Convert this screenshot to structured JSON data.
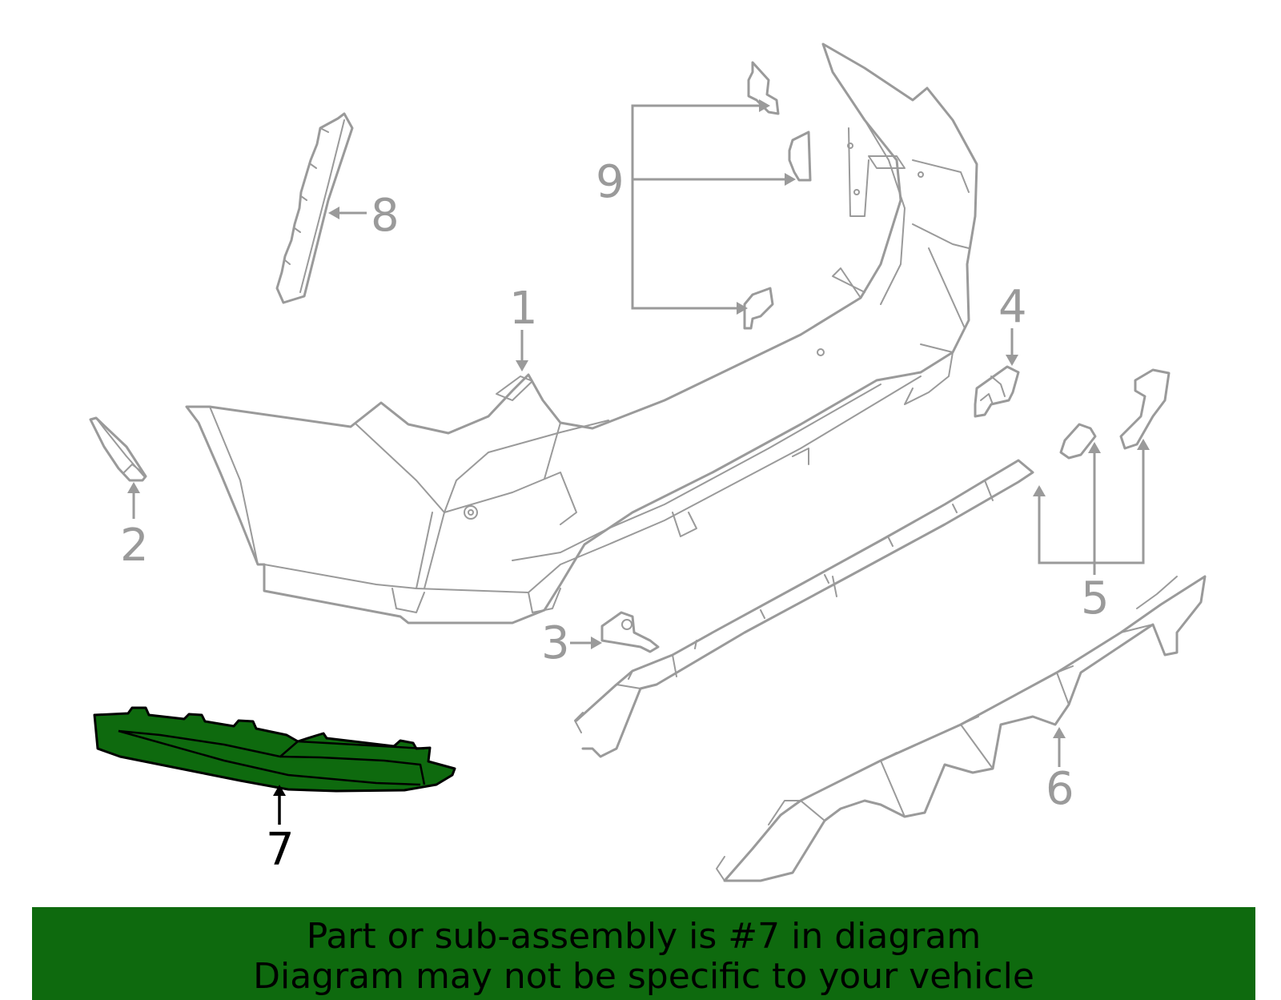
{
  "callouts": {
    "c1": "1",
    "c2": "2",
    "c3": "3",
    "c4": "4",
    "c5": "5",
    "c6": "6",
    "c7": "7",
    "c8": "8",
    "c9": "9"
  },
  "highlight": {
    "part_number": "7",
    "color": "#0e6a0e"
  },
  "banner": {
    "line1": "Part or sub-assembly is #7 in diagram",
    "line2": "Diagram may not be specific to your vehicle",
    "background": "#0e6a0e"
  },
  "colors": {
    "line_art": "#9a9a9a",
    "highlight_outline": "#000000"
  }
}
